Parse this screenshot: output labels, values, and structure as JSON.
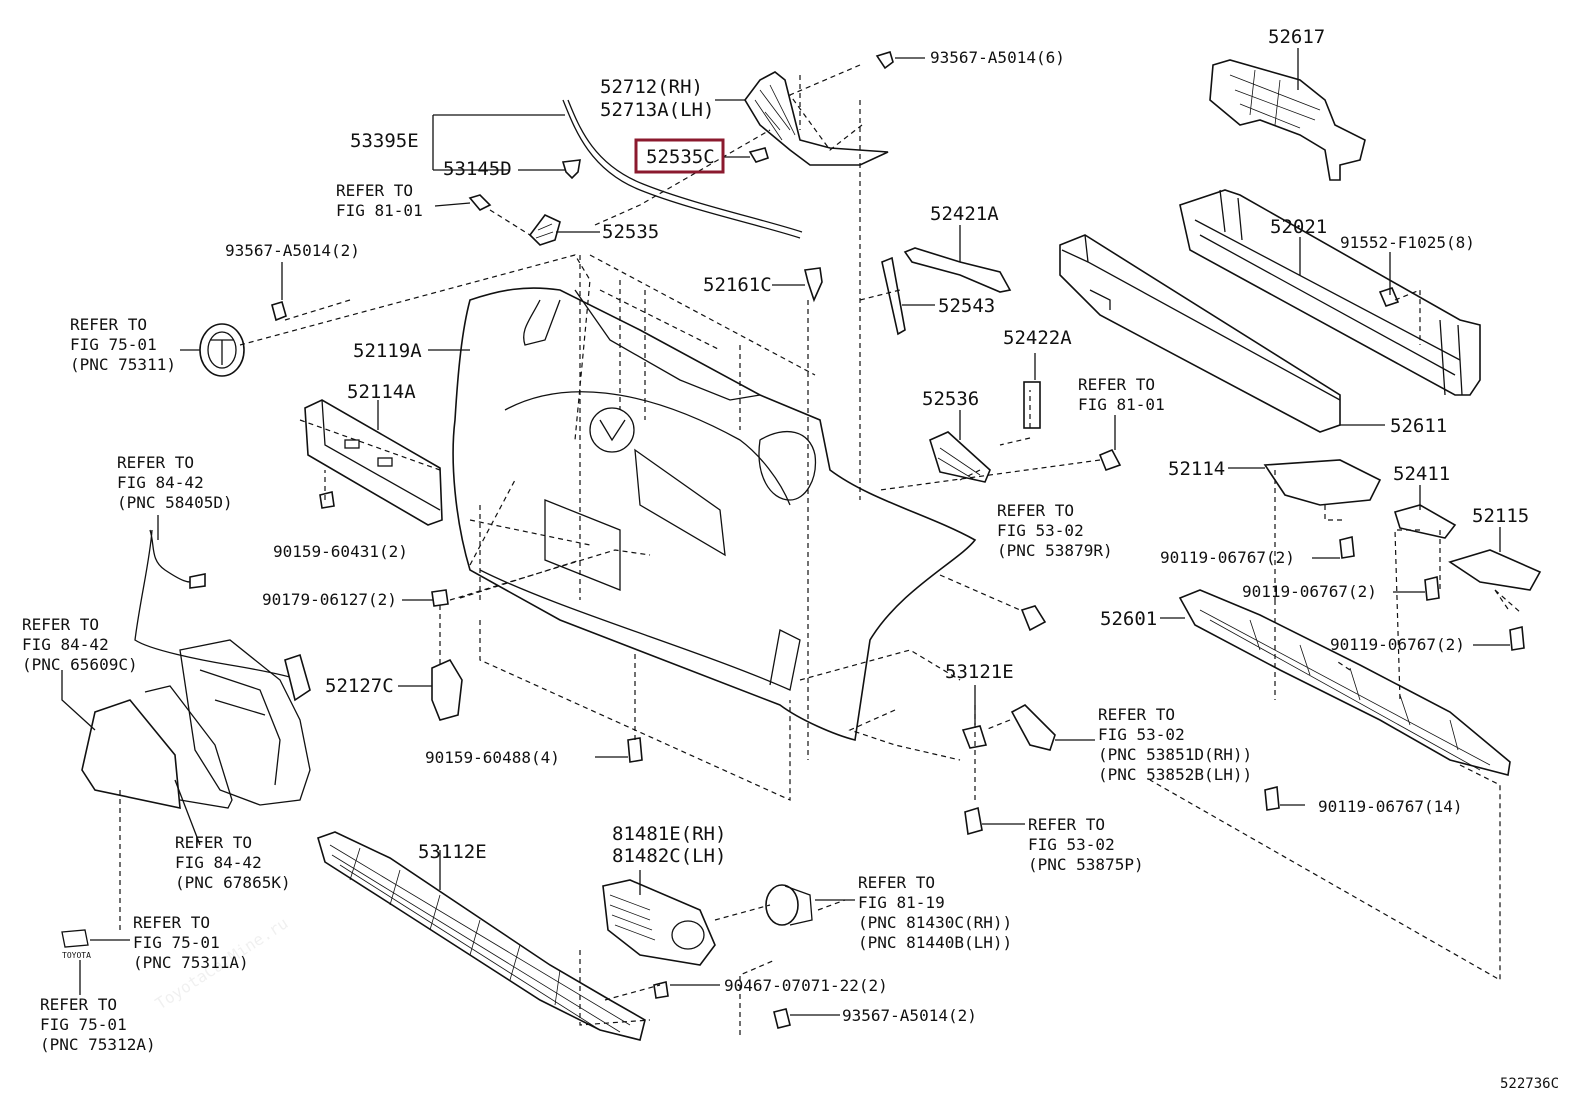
{
  "watermark": "ToyotaCarMine.ru",
  "diagram_code": "522736C",
  "highlight_color": "#8b1a2e",
  "labels": {
    "p52617": "52617",
    "p93567_top": "93567-A5014(6)",
    "p52712": "52712(RH)",
    "p52713": "52713A(LH)",
    "p53395": "53395E",
    "p53145": "53145D",
    "p52535c": "52535C",
    "refer_81_01_a": [
      "REFER TO",
      "FIG 81-01"
    ],
    "p52535": "52535",
    "p52421": "52421A",
    "p52021": "52021",
    "p91552": "91552-F1025(8)",
    "p93567_left": "93567-A5014(2)",
    "p52161": "52161C",
    "p52543": "52543",
    "refer_75_01_a": [
      "REFER TO",
      "FIG 75-01",
      "(PNC 75311)"
    ],
    "p52119": "52119A",
    "p52422": "52422A",
    "refer_81_01_b": [
      "REFER TO",
      "FIG 81-01"
    ],
    "p52114a": "52114A",
    "p52536": "52536",
    "p52611": "52611",
    "refer_84_42_a": [
      "REFER TO",
      "FIG 84-42",
      "(PNC 58405D)"
    ],
    "p52114": "52114",
    "p52411": "52411",
    "refer_53_02_a": [
      "REFER TO",
      "FIG 53-02",
      "(PNC 53879R)"
    ],
    "p52115": "52115",
    "p90159_431": "90159-60431(2)",
    "p90119_a": "90119-06767(2)",
    "p90179": "90179-06127(2)",
    "p90119_b": "90119-06767(2)",
    "refer_84_42_b": [
      "REFER TO",
      "FIG 84-42",
      "(PNC 65609C)"
    ],
    "p52601": "52601",
    "p90119_c": "90119-06767(2)",
    "p53121": "53121E",
    "p52127": "52127C",
    "refer_53_02_b": [
      "REFER TO",
      "FIG 53-02",
      "(PNC 53851D(RH))",
      "(PNC 53852B(LH))"
    ],
    "p90159_488": "90159-60488(4)",
    "p90119_d": "90119-06767(14)",
    "refer_53_02_c": [
      "REFER TO",
      "FIG 53-02",
      "(PNC 53875P)"
    ],
    "refer_84_42_c": [
      "REFER TO",
      "FIG 84-42",
      "(PNC 67865K)"
    ],
    "p53112": "53112E",
    "p81481": "81481E(RH)",
    "p81482": "81482C(LH)",
    "refer_81_19": [
      "REFER TO",
      "FIG 81-19",
      "(PNC 81430C(RH))",
      "(PNC 81440B(LH))"
    ],
    "refer_75_01_b": [
      "REFER TO",
      "FIG 75-01",
      "(PNC 75311A)"
    ],
    "p90467": "90467-07071-22(2)",
    "p93567_bottom": "93567-A5014(2)",
    "refer_75_01_c": [
      "REFER TO",
      "FIG 75-01",
      "(PNC 75312A)"
    ],
    "emblem_text": "TOYOTA"
  }
}
